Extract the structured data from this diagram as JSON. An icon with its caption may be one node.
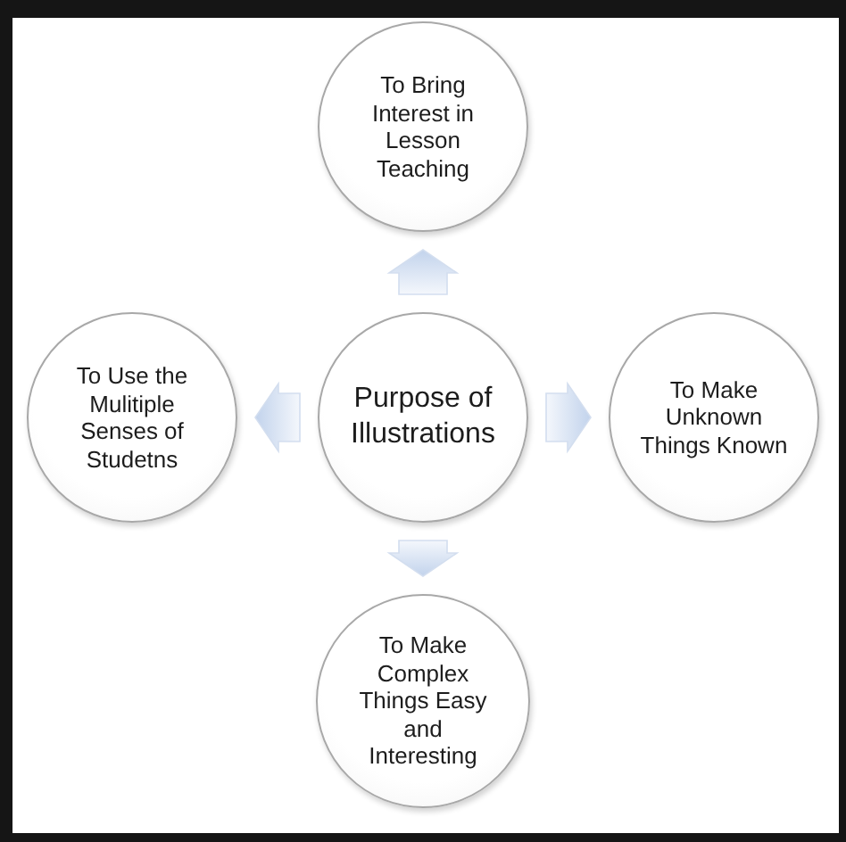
{
  "diagram": {
    "nodes": [
      {
        "text": [
          "To Bring Interest in Lesson Teaching"
        ]
      },
      {
        "text": [
          "To Use the Mulitiple Senses of Studetns"
        ]
      },
      {
        "text": [
          "Purpose of Illustrations"
        ]
      },
      {
        "text": [
          "To Make Unknown Things Known"
        ]
      },
      {
        "text": [
          "To Make Complex Things Easy and Interesting"
        ]
      }
    ],
    "edges": [
      {
        "from": 2,
        "to": 0,
        "arrow": "to"
      },
      {
        "from": 2,
        "to": 1,
        "arrow": "to"
      },
      {
        "from": 2,
        "to": 3,
        "arrow": "to"
      },
      {
        "from": 2,
        "to": 4,
        "arrow": "to"
      }
    ]
  }
}
